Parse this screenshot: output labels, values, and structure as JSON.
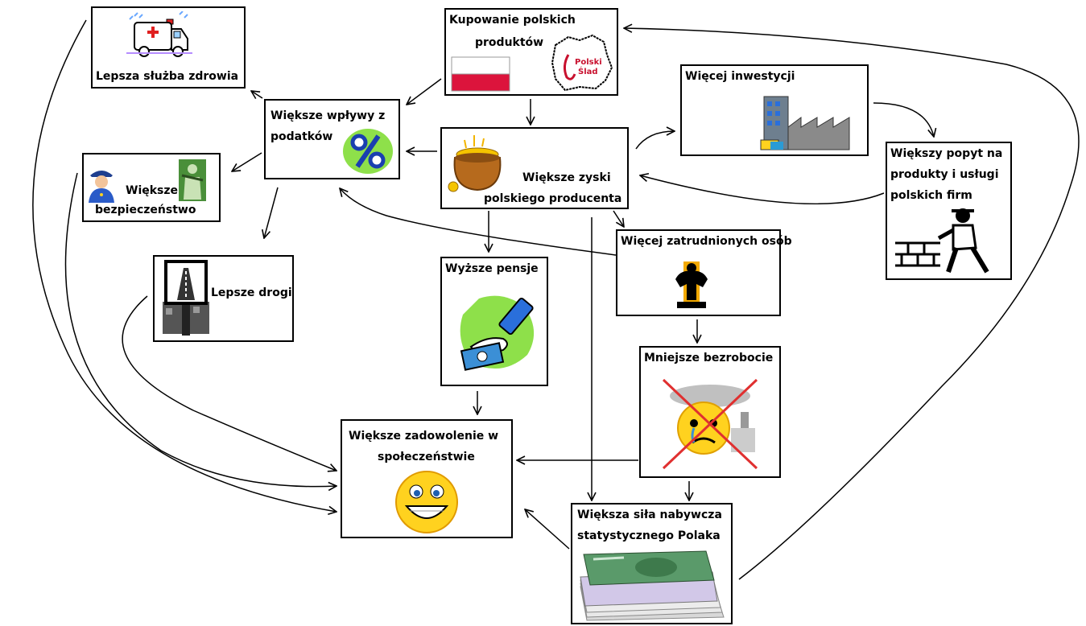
{
  "nodes": {
    "health": "Lepsza służba zdrowia",
    "buying_line1": "Kupowanie polskich",
    "buying_line2": "produktów",
    "taxes_line1": "Większe wpływy z",
    "taxes_line2": "podatków",
    "security_line1": "Większe",
    "security_line2": "bezpieczeństwo",
    "roads": "Lepsze drogi",
    "profits_line1": "Większe zyski",
    "profits_line2": "polskiego producenta",
    "investment": "Więcej inwestycji",
    "demand_line1": "Większy popyt na",
    "demand_line2": "produkty i usługi",
    "demand_line3": "polskich firm",
    "employed": "Więcej zatrudnionych osób",
    "wages": "Wyższe pensje",
    "unemployment": "Mniejsze bezrobocie",
    "satisfaction_line1": "Większe zadowolenie w",
    "satisfaction_line2": "społeczeństwie",
    "purchasing_line1": "Większa siła nabywcza",
    "purchasing_line2": "statystycznego Polaka"
  },
  "logo": {
    "line1": "Polski",
    "line2": "Ślad"
  },
  "icons": {
    "health": "ambulance-icon",
    "buying_flag": "polish-flag-icon",
    "buying_logo": "polski-slad-logo",
    "taxes": "percent-icon",
    "security_police": "police-officer-icon",
    "security_soldier": "soldier-icon",
    "roads": "highway-sign-icon",
    "profits": "pot-of-gold-icon",
    "investment": "factory-icon",
    "demand": "bricklayer-icon",
    "employed": "strongman-icon",
    "wages": "handshake-money-icon",
    "unemployment": "crossed-sad-face-icon",
    "satisfaction": "grinning-smiley-icon",
    "purchasing": "banknote-stack-icon"
  },
  "colors": {
    "border": "#000000",
    "flag_red": "#dc143c",
    "logo_red": "#c8102e",
    "green_blob": "#8ee04a",
    "cross_red": "#e03030",
    "smiley_yellow": "#ffd21f"
  }
}
